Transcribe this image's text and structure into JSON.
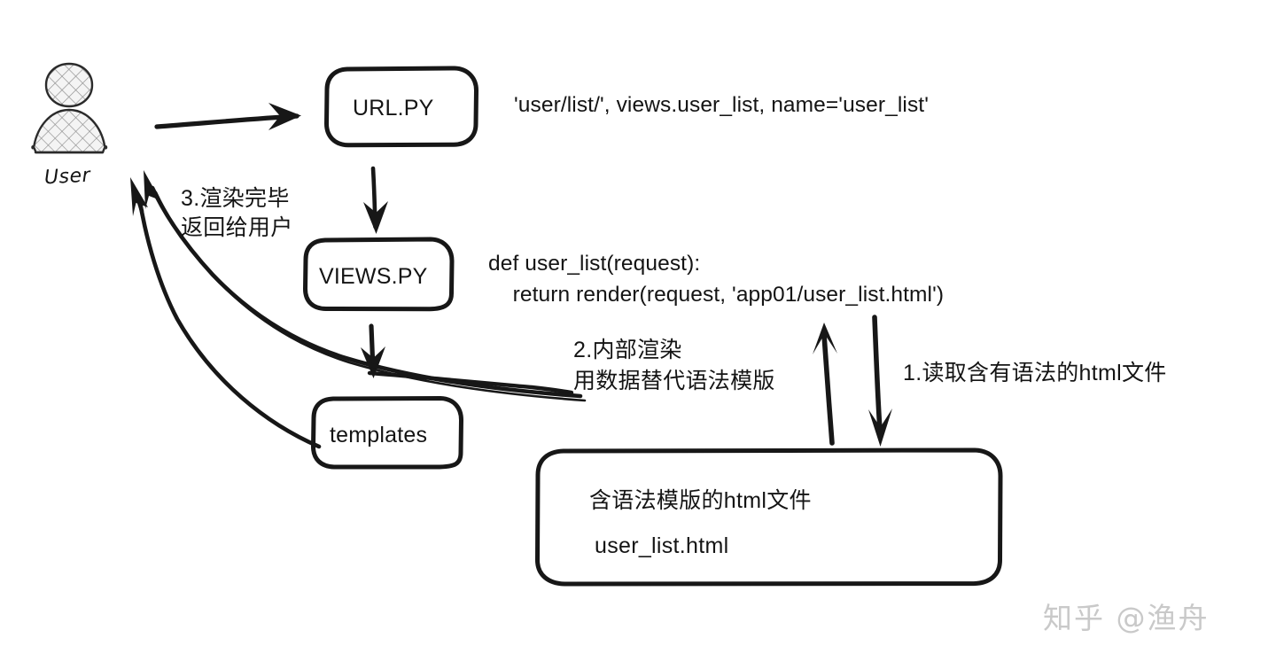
{
  "diagram": {
    "title": "Django request flow diagram",
    "background_color": "#ffffff",
    "stroke_color": "#141414",
    "actor": {
      "icon_name": "user-person-icon",
      "caption": "User"
    },
    "nodes": [
      {
        "id": "url",
        "label": "URL.PY"
      },
      {
        "id": "views",
        "label": "VIEWS.PY"
      },
      {
        "id": "templates",
        "label": "templates"
      }
    ],
    "html_file_box": {
      "line1": "含语法模版的html文件",
      "line2": "user_list.html"
    },
    "code_snippets": {
      "url_conf": "'user/list/', views.user_list, name='user_list'",
      "view_def_line1": "def user_list(request):",
      "view_def_line2": "    return render(request, 'app01/user_list.html')"
    },
    "annotations": [
      {
        "id": "step3",
        "line1": "3.渲染完毕",
        "line2": "返回给用户"
      },
      {
        "id": "step2",
        "line1": "2.内部渲染",
        "line2": "用数据替代语法模版"
      },
      {
        "id": "step1",
        "line1": "1.读取含有语法的html文件"
      }
    ],
    "arrows": [
      {
        "id": "user-to-url",
        "from": "User",
        "to": "URL.PY"
      },
      {
        "id": "url-to-views",
        "from": "URL.PY",
        "to": "VIEWS.PY"
      },
      {
        "id": "views-to-templates",
        "from": "VIEWS.PY",
        "to": "templates"
      },
      {
        "id": "htmlfile-to-views",
        "from": "html file",
        "to": "VIEWS.PY"
      },
      {
        "id": "views-to-htmlfile",
        "from": "VIEWS.PY",
        "to": "html file"
      },
      {
        "id": "return-to-user-a",
        "from": "templates",
        "to": "User"
      },
      {
        "id": "return-to-user-b",
        "from": "render output",
        "to": "User"
      }
    ],
    "watermark": "知乎 @渔舟"
  }
}
